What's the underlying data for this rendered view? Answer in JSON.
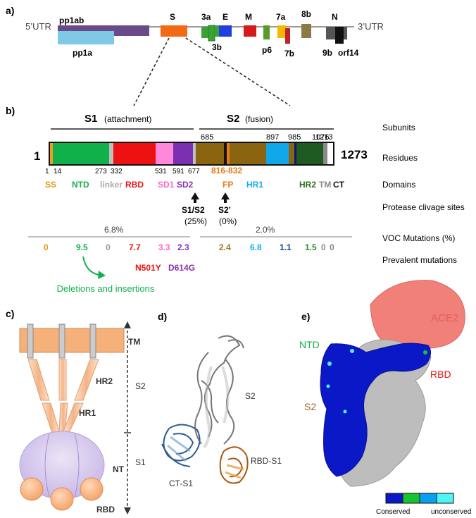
{
  "panels": {
    "a": "a)",
    "b": "b)",
    "c": "c)",
    "d": "d)",
    "e": "e)"
  },
  "genome": {
    "utr5": "5’UTR",
    "utr3": "3’UTR",
    "pp1ab": "pp1ab",
    "pp1a": "pp1a",
    "s": "S",
    "g3a": "3a",
    "e": "E",
    "m": "M",
    "g7a": "7a",
    "g8b": "8b",
    "n": "N",
    "g3b": "3b",
    "p6": "p6",
    "g7b": "7b",
    "g9b": "9b",
    "orf14": "orf14",
    "colors": {
      "pp1ab": "#6b4a8a",
      "pp1a": "#7ecae6",
      "s": "#f26b12",
      "g3a": "#3aa336",
      "e": "#1f3fe0",
      "m": "#d61a1a",
      "p6": "#5a9a2a",
      "g7a": "#f5b800",
      "g7b": "#c0202a",
      "g8b": "#8c7a45",
      "n": "#555555",
      "g9b": "#111111"
    }
  },
  "spike": {
    "s1_label": "S1",
    "s1_sub": "(attachment)",
    "s2_label": "S2",
    "s2_sub": "(fusion)",
    "residue_start": "1",
    "residue_end": "1273",
    "top_residues": [
      "685",
      "897",
      "985",
      "1076",
      "1213"
    ],
    "bottom_residues": [
      "1",
      "14",
      "273",
      "332",
      "531",
      "591",
      "677"
    ],
    "fp_range": "816-832",
    "domains": [
      {
        "label": "SS",
        "color": "#e09a10"
      },
      {
        "label": "NTD",
        "color": "#12b04a"
      },
      {
        "label": "linker",
        "color": "#aaaaaa"
      },
      {
        "label": "RBD",
        "color": "#ee1111"
      },
      {
        "label": "SD1",
        "color": "#ff66cc"
      },
      {
        "label": "SD2",
        "color": "#8a2fb0"
      },
      {
        "label": "FP",
        "color": "#e87a10"
      },
      {
        "label": "HR1",
        "color": "#12aaee"
      },
      {
        "label": "HR2",
        "color": "#2a6e1e"
      },
      {
        "label": "TM",
        "color": "#888888"
      },
      {
        "label": "CT",
        "color": "#111111"
      }
    ],
    "segment_colors": {
      "ss": "#f0a020",
      "ntd": "#10b04a",
      "linker": "#bfbfbf",
      "rbd": "#ee1111",
      "sd1": "#ff88dd",
      "sd2": "#7a30b0",
      "s2": "#8b6410",
      "hr1": "#10a8e8",
      "cd": "#0a1a70",
      "hr2": "#1e5a22",
      "tm": "#8a8a8a",
      "ct": "#ffffff"
    },
    "cleavage": [
      {
        "label": "S1/S2",
        "pct": "(25%)"
      },
      {
        "label": "S2’",
        "pct": "(0%)"
      }
    ],
    "group_pct_s1": "6.8%",
    "group_pct_s2": "2.0%",
    "voc": [
      "0",
      "9.5",
      "0",
      "7.7",
      "3.3",
      "2.3",
      "2.4",
      "6.8",
      "1.1",
      "1.5",
      "0",
      "0"
    ],
    "voc_colors": [
      "#e09a10",
      "#12b04a",
      "#999999",
      "#ee1111",
      "#ff66cc",
      "#8a2fb0",
      "#a07020",
      "#12aaee",
      "#0a4aa0",
      "#2a8e2e",
      "#888888",
      "#888888"
    ],
    "mutations": [
      {
        "label": "N501Y",
        "color": "#ee1111"
      },
      {
        "label": "D614G",
        "color": "#8a2fb0"
      }
    ],
    "del_ins": "Deletions and insertions"
  },
  "row_labels": {
    "subunits": "Subunits",
    "residues": "Residues",
    "domains": "Domains",
    "protease": "Protease clivage sites",
    "voc": "VOC Mutations (%)",
    "prevalent": "Prevalent mutations"
  },
  "schematic": {
    "tm": "TM",
    "hr2": "HR2",
    "hr1": "HR1",
    "nt": "NT",
    "rbd": "RBD",
    "s2": "S2",
    "s1": "S1"
  },
  "structure": {
    "s2": "S2",
    "ct_s1": "CT-S1",
    "rbd_s1": "RBD-S1"
  },
  "surface": {
    "ace2": "ACE2",
    "ntd": "NTD",
    "rbd": "RBD",
    "s2": "S2",
    "legend_conserved": "Conserved",
    "legend_unconserved": "unconserved",
    "legend_colors": [
      "#0a18c8",
      "#16c430",
      "#0aa0f0",
      "#4ff4f4"
    ]
  }
}
